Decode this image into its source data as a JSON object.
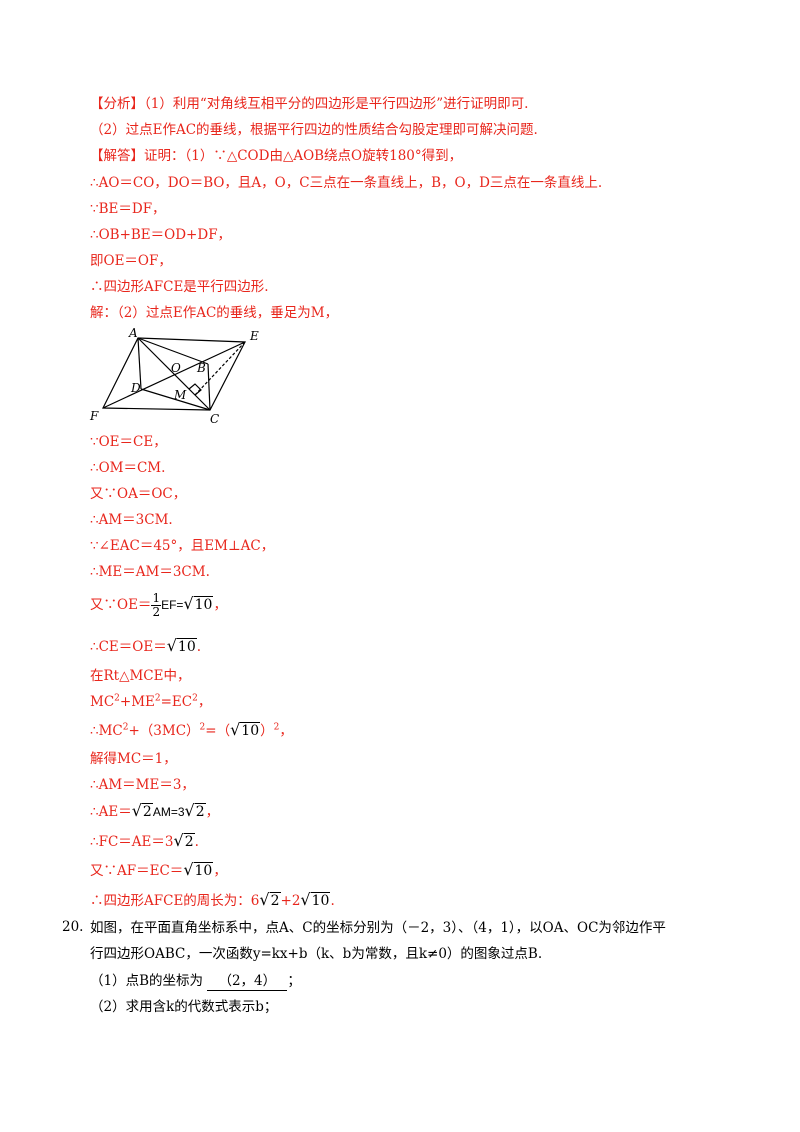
{
  "analysis": {
    "tag": "【分析】",
    "line1": "（1）利用“对角线互相平分的四边形是平行四边形”进行证明即可.",
    "line2": "（2）过点E作AC的垂线，根据平行四边的性质结合勾股定理即可解决问题."
  },
  "solution": {
    "tag": "【解答】",
    "line1": "证明：（1）∵△COD由△AOB绕点O旋转180°得到，",
    "line2": "∴AO＝CO，DO＝BO，且A，O，C三点在一条直线上，B，O，D三点在一条直线上.",
    "line3": "∵BE＝DF，",
    "line4": "∴OB+BE＝OD+DF，",
    "line5": "即OE＝OF，",
    "line6": "∴四边形AFCE是平行四边形.",
    "line7": "解：（2）过点E作AC的垂线，垂足为M，",
    "line8": "∵OE＝CE，",
    "line9": "∴OM＝CM.",
    "line10": "又∵OA＝OC，",
    "line11": "∴AM＝3CM.",
    "line12": "∵∠EAC＝45°，且EM⊥AC，",
    "line13": "∴ME＝AM＝3CM.",
    "line14a": "又∵OE＝",
    "frac_num": "1",
    "frac_den": "2",
    "line14b": "EF=",
    "r10": "10",
    "comma": "，",
    "period": ".",
    "line15a": "∴CE＝OE＝",
    "line16": "在Rt△MCE中，",
    "line17a": "MC",
    "line17b": "+ME",
    "line17c": "=EC",
    "line17d": "，",
    "sq": "2",
    "line18a": "∴MC",
    "line18b": "+（3MC）",
    "line18c": "=（",
    "line18d": "）",
    "line18e": "，",
    "line19": "解得MC＝1，",
    "line20": "∴AM＝ME＝3，",
    "line21a": "∴AE＝",
    "r2": "2",
    "line21b": "AM=3",
    "line22a": "∴FC＝AE＝3",
    "line23a": "又∵AF＝EC＝",
    "line24a": "∴四边形AFCE的周长为：6",
    "line24b": "+2"
  },
  "question20": {
    "number": "20.",
    "line1": "如图，在平面直角坐标系中，点A、C的坐标分别为（－2，3）、（4，1），以OA、OC为邻边作平",
    "line2": "行四边形OABC，一次函数y=kx+b（k、b为常数，且k≠0）的图象过点B.",
    "part1_prefix": "（1）点B的坐标为",
    "part1_answer": "（2，4）",
    "part1_suffix": "；",
    "part2": "（2）求用含k的代数式表示b；"
  },
  "diagram": {
    "labels": [
      "A",
      "E",
      "O",
      "B",
      "D",
      "M",
      "F",
      "C"
    ]
  }
}
